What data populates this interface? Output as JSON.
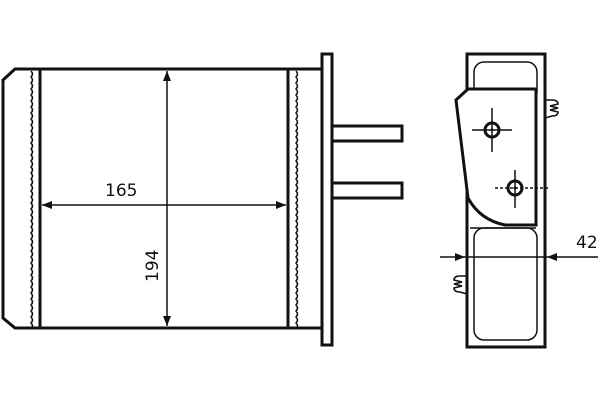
{
  "dimensions": {
    "width": "165",
    "height": "194",
    "depth": "42"
  },
  "colors": {
    "line": "#111111",
    "background": "#ffffff"
  }
}
